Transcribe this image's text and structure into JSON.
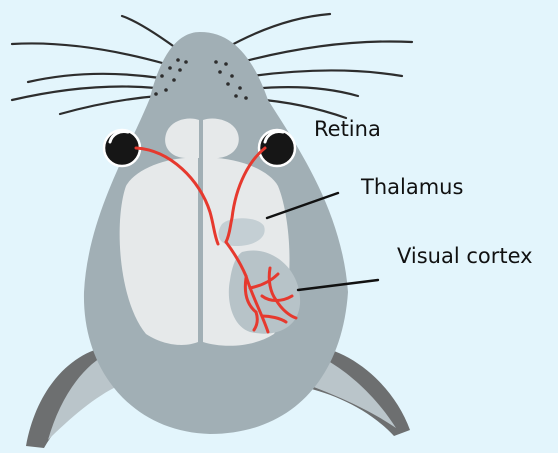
{
  "labels": {
    "retina": "Retina",
    "thalamus": "Thalamus",
    "visual_cortex": "Visual cortex"
  },
  "colors": {
    "background": "#e3f5fc",
    "head": "#a1afb5",
    "brain": "#e6e9ea",
    "ear_dark": "#6d6f70",
    "ear_light": "#bac5ca",
    "thalamus": "#c4cfd4",
    "cortex_area": "#b7c3c8",
    "pathway": "#e6392e",
    "eye": "#161616",
    "whisker": "#2d2d2d",
    "leader_line": "#111111"
  }
}
